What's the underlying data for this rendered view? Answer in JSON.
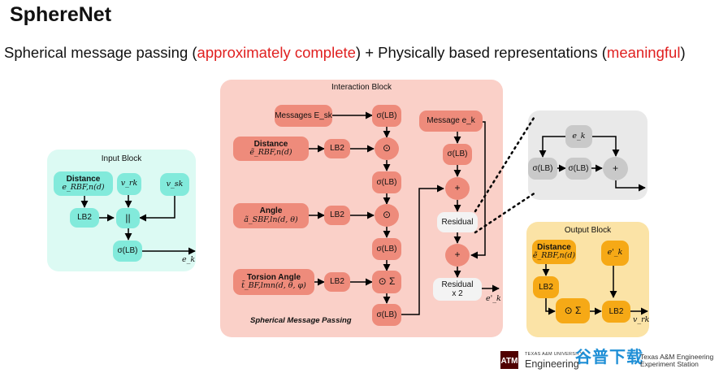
{
  "title": "SphereNet",
  "subtitle": {
    "part1": "Spherical message passing (",
    "highlight1": "approximately complete",
    "part2": ") + Physically based representations (",
    "highlight2": "meaningful",
    "part3": ")"
  },
  "input_block": {
    "title": "Input Block",
    "distance_label": "Distance",
    "distance_math": "e_RBF,n(d)",
    "v_rk": "v_rk",
    "v_sk": "v_sk",
    "lb2": "LB2",
    "concat": "||",
    "sigma_lb": "σ(LB)",
    "output": "e_k"
  },
  "interaction_block": {
    "title": "Interaction Block",
    "messages": "Messages E_sk",
    "distance_label": "Distance",
    "distance_math": "ẽ_RBF,n(d)",
    "angle_label": "Angle",
    "angle_math": "ã_SBF,ln(d, θ)",
    "torsion_label": "Torsion Angle",
    "torsion_math": "t̃_BF,lmn(d, θ, φ)",
    "lb2": "LB2",
    "sigma_lb": "σ(LB)",
    "odot": "⊙",
    "odot_sigma": "⊙ Σ",
    "plus": "+",
    "message_ek": "Message e_k",
    "residual": "Residual",
    "residual_x2_line1": "Residual",
    "residual_x2_line2": "x 2",
    "output": "e'_k",
    "footer": "Spherical Message Passing"
  },
  "residual_detail": {
    "ek": "e_k",
    "sigma_lb_1": "σ(LB)",
    "sigma_lb_2": "σ(LB)",
    "plus": "+"
  },
  "output_block": {
    "title": "Output Block",
    "distance_label": "Distance",
    "distance_math": "ẽ_RBF,n(d)",
    "ek_prime": "e'_k",
    "lb2_1": "LB2",
    "odot_sigma": "⊙ Σ",
    "lb2_2": "LB2",
    "output": "v_rk"
  },
  "footer": {
    "university": "TEXAS A&M UNIVERSITY",
    "engineering": "Engineering",
    "station_line1": "Texas A&M Engineering",
    "station_line2": "Experiment Station",
    "watermark": "谷普下载"
  },
  "colors": {
    "input_panel": "#dcfaf3",
    "input_node": "#82eadb",
    "interaction_panel": "#fad0c8",
    "interaction_node": "#ee8b7b",
    "detail_panel": "#e9e9e9",
    "detail_node": "#c9c9c9",
    "output_panel": "#fbe3a6",
    "output_node": "#f6a916",
    "highlight_text": "#e02020",
    "tamu_maroon": "#500000"
  }
}
